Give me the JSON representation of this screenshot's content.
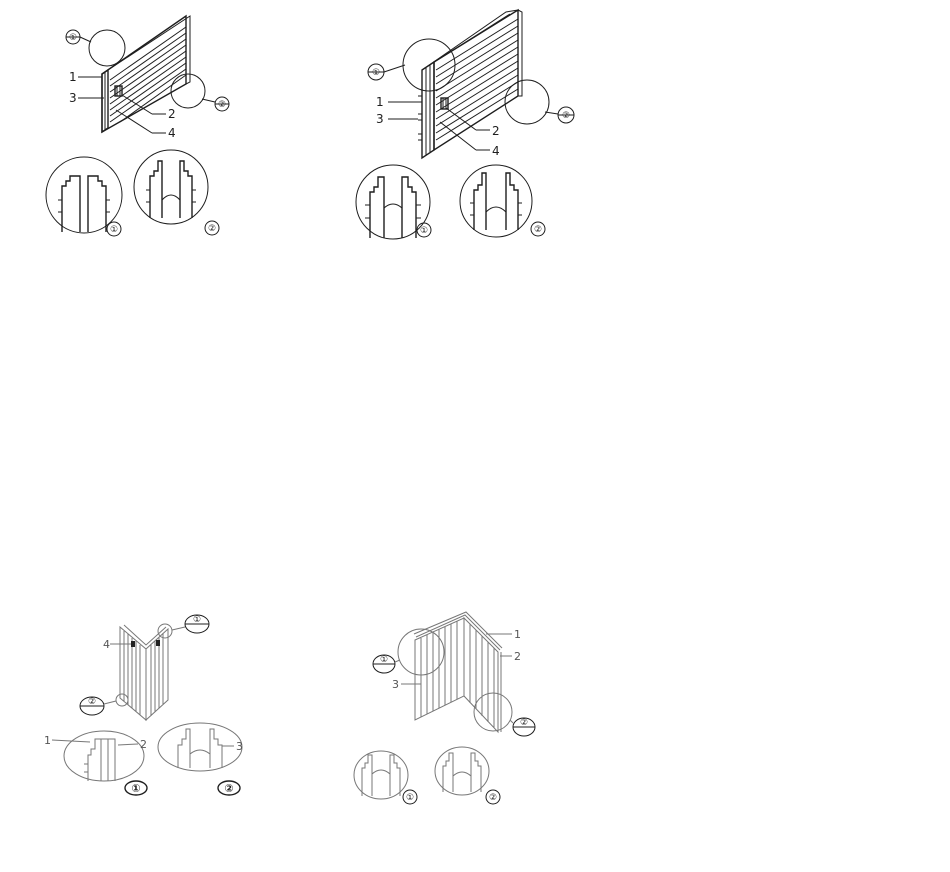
{
  "figures": [
    {
      "id": "panel-top-left",
      "part_labels": [
        "1",
        "3",
        "2",
        "4"
      ],
      "callouts": [
        "①",
        "②"
      ],
      "details": [
        "①",
        "②"
      ]
    },
    {
      "id": "panel-top-right",
      "part_labels": [
        "1",
        "3",
        "2",
        "4"
      ],
      "callouts": [
        "①",
        "②"
      ],
      "details": [
        "①",
        "②"
      ]
    },
    {
      "id": "panel-bottom-left",
      "part_labels": [
        "4",
        "1",
        "2",
        "3"
      ],
      "callouts": [
        "①",
        "②"
      ],
      "details": [
        "①",
        "②"
      ]
    },
    {
      "id": "panel-bottom-right",
      "part_labels": [
        "1",
        "2",
        "3"
      ],
      "callouts": [
        "①",
        "②"
      ],
      "details": [
        "①",
        "②"
      ]
    }
  ]
}
